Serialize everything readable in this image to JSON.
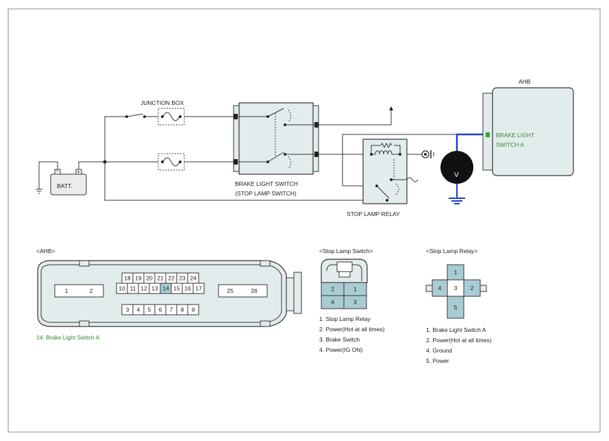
{
  "colors": {
    "connector_fill": "#e3ecec",
    "pin_highlight": "#a9ccd4",
    "signal_wire": "#1a3fcc",
    "ground_symbol": "#1a3fcc",
    "ahb_pin": "#2ea82e",
    "caption_green": "#2e8b2e"
  },
  "schematic": {
    "batt_label": "BATT.",
    "junction_box_label": "JUNCTION BOX",
    "brake_switch_label_1": "BRAKE LIGHT SWITCH",
    "brake_switch_label_2": "(STOP LAMP SWITCH)",
    "stop_lamp_relay_label": "STOP LAMP RELAY",
    "ahb_label": "AHB",
    "ahb_pin_label_1": "BRAKE LIGHT",
    "ahb_pin_label_2": "SWITCH A",
    "meter_symbol": "V"
  },
  "ahb_connector": {
    "title": "<AHB>",
    "pins_left": [
      "1",
      "2"
    ],
    "pins_top_row": [
      "18",
      "19",
      "20",
      "21",
      "22",
      "23",
      "24"
    ],
    "pins_mid_row": [
      "10",
      "11",
      "12",
      "13",
      "14",
      "15",
      "16",
      "17"
    ],
    "pins_bottom_row": [
      "3",
      "4",
      "5",
      "6",
      "7",
      "8",
      "9"
    ],
    "pins_right": [
      "25",
      "26"
    ],
    "highlighted_pin": "14",
    "caption": "14.   Brake Light Switch A"
  },
  "stop_lamp_switch_connector": {
    "title": "<Stop Lamp Switch>",
    "pins": [
      "2",
      "1",
      "4",
      "3"
    ],
    "legend": [
      "1.  Stop Lamp Relay",
      "2. Power(Hot at all times)",
      "3.  Brake Switch",
      "4. Power(IG ON)"
    ]
  },
  "stop_lamp_relay_connector": {
    "title": "<Stop Lamp Relay>",
    "pins": [
      "1",
      "4",
      "3",
      "2",
      "5"
    ],
    "legend": [
      "1.  Brake Light Switch A",
      "2. Power(Hot at all times)",
      "4. Ground",
      "5. Power"
    ]
  }
}
